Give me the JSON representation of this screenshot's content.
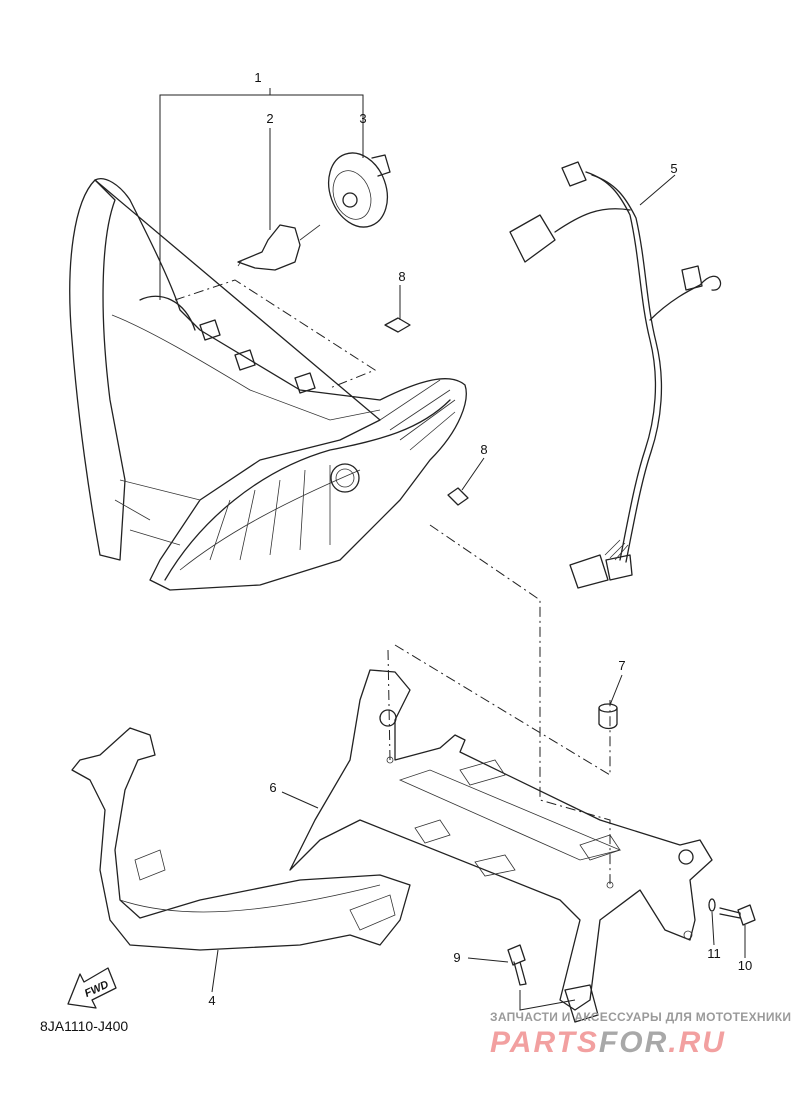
{
  "diagram": {
    "callouts": [
      "1",
      "2",
      "3",
      "4",
      "5",
      "6",
      "7",
      "8",
      "8",
      "9",
      "10",
      "11"
    ],
    "fwd_label": "FWD",
    "drawing_code": "8JA1110-J400"
  },
  "watermark": {
    "tagline": "ЗАПЧАСТИ И АКСЕССУАРЫ ДЛЯ МОТОТЕХНИКИ",
    "brand_part1": "PARTS",
    "brand_part2": "FOR",
    "brand_part3": ".RU"
  }
}
